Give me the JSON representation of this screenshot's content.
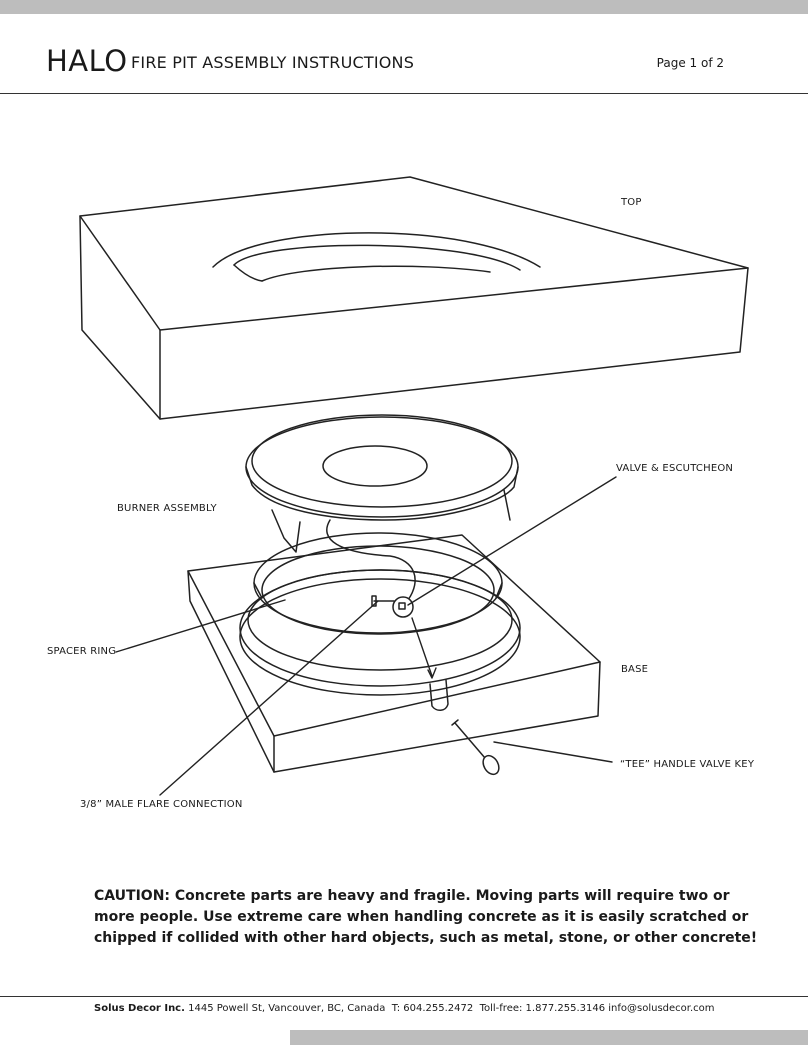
{
  "header": {
    "brand": "HALO",
    "title": "FIRE PIT ASSEMBLY INSTRUCTIONS",
    "page": "Page 1 of 2"
  },
  "labels": {
    "top": "TOP",
    "valve_escutcheon": "VALVE & ESCUTCHEON",
    "burner_assembly": "BURNER ASSEMBLY",
    "spacer_ring": "SPACER RING",
    "base": "BASE",
    "tee_handle": "“TEE” HANDLE VALVE KEY",
    "flare_connection": "3/8” MALE FLARE CONNECTION"
  },
  "caution": "CAUTION: Concrete parts are heavy and fragile. Moving parts will require two or more people. Use extreme care when handling concrete as it is easily scratched or chipped if collided with other hard objects, such as metal, stone, or other concrete!",
  "footer": {
    "company": "Solus Decor Inc.",
    "address": "1445 Powell St, Vancouver, BC, Canada",
    "phone": "T: 604.255.2472",
    "tollfree": "Toll-free: 1.877.255.3146",
    "email": "info@solusdecor.com"
  }
}
